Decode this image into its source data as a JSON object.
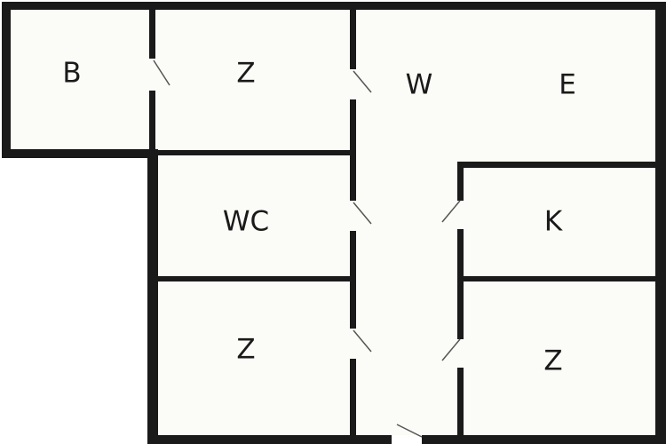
{
  "colors": {
    "floor": "#fbfbf7",
    "wall": "#1a1a1a",
    "door_leaf": "#555555",
    "door_gap": "#fbfbf7",
    "background": "#ffffff"
  },
  "rooms": [
    {
      "id": "room-b",
      "label": "B"
    },
    {
      "id": "room-z-top",
      "label": "Z"
    },
    {
      "id": "room-w",
      "label": "W"
    },
    {
      "id": "room-e",
      "label": "E"
    },
    {
      "id": "room-wc",
      "label": "WC"
    },
    {
      "id": "room-k",
      "label": "K"
    },
    {
      "id": "room-z-bottom-left",
      "label": "Z"
    },
    {
      "id": "room-z-bottom-right",
      "label": "Z"
    }
  ]
}
